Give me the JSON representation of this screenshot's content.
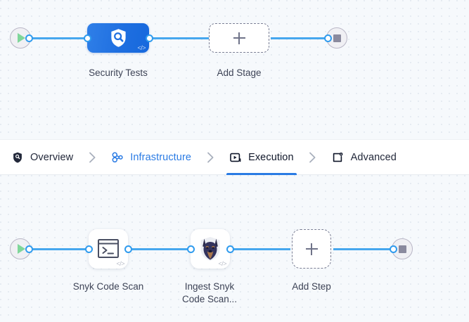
{
  "stage_canvas": {
    "name": "stage-pipeline-canvas",
    "start_node": {
      "icon": "play-icon",
      "title": "Start"
    },
    "end_node": {
      "icon": "stop-icon",
      "title": "End"
    },
    "stage": {
      "label": "Security Tests",
      "icon": "shield-search-icon",
      "badge": "</>"
    },
    "add_stage": {
      "label": "Add Stage",
      "icon": "plus-icon"
    }
  },
  "tabs": {
    "items": [
      {
        "label": "Overview",
        "icon": "shield-icon",
        "state": "default"
      },
      {
        "label": "Infrastructure",
        "icon": "infrastructure-nodes-icon",
        "state": "link"
      },
      {
        "label": "Execution",
        "icon": "execution-play-box-icon",
        "state": "active"
      },
      {
        "label": "Advanced",
        "icon": "advanced-gear-window-icon",
        "state": "default"
      }
    ],
    "separator_icon": "chevron-right-icon",
    "active_color": "#2a7be4",
    "link_color": "#2a7be4",
    "default_color": "#22283a"
  },
  "step_canvas": {
    "name": "execution-steps-canvas",
    "start_node": {
      "icon": "play-icon",
      "title": "Start"
    },
    "end_node": {
      "icon": "stop-icon",
      "title": "End"
    },
    "steps": [
      {
        "label": "Snyk Code Scan",
        "icon": "terminal-icon",
        "badge": "</>"
      },
      {
        "label": "Ingest Snyk\nCode Scan...",
        "icon": "snyk-doberman-icon",
        "badge": "</>"
      }
    ],
    "add_step": {
      "label": "Add Step",
      "icon": "plus-icon"
    }
  },
  "colors": {
    "wire": "#46a7ee",
    "port_border": "#2f9bee",
    "stage_blue": "#1f6fe0",
    "canvas_bg": "#f6f9fc",
    "grid_dot": "#e2e8ef",
    "play_green": "#7fd69a",
    "stop_gray": "#8a8a9e"
  }
}
